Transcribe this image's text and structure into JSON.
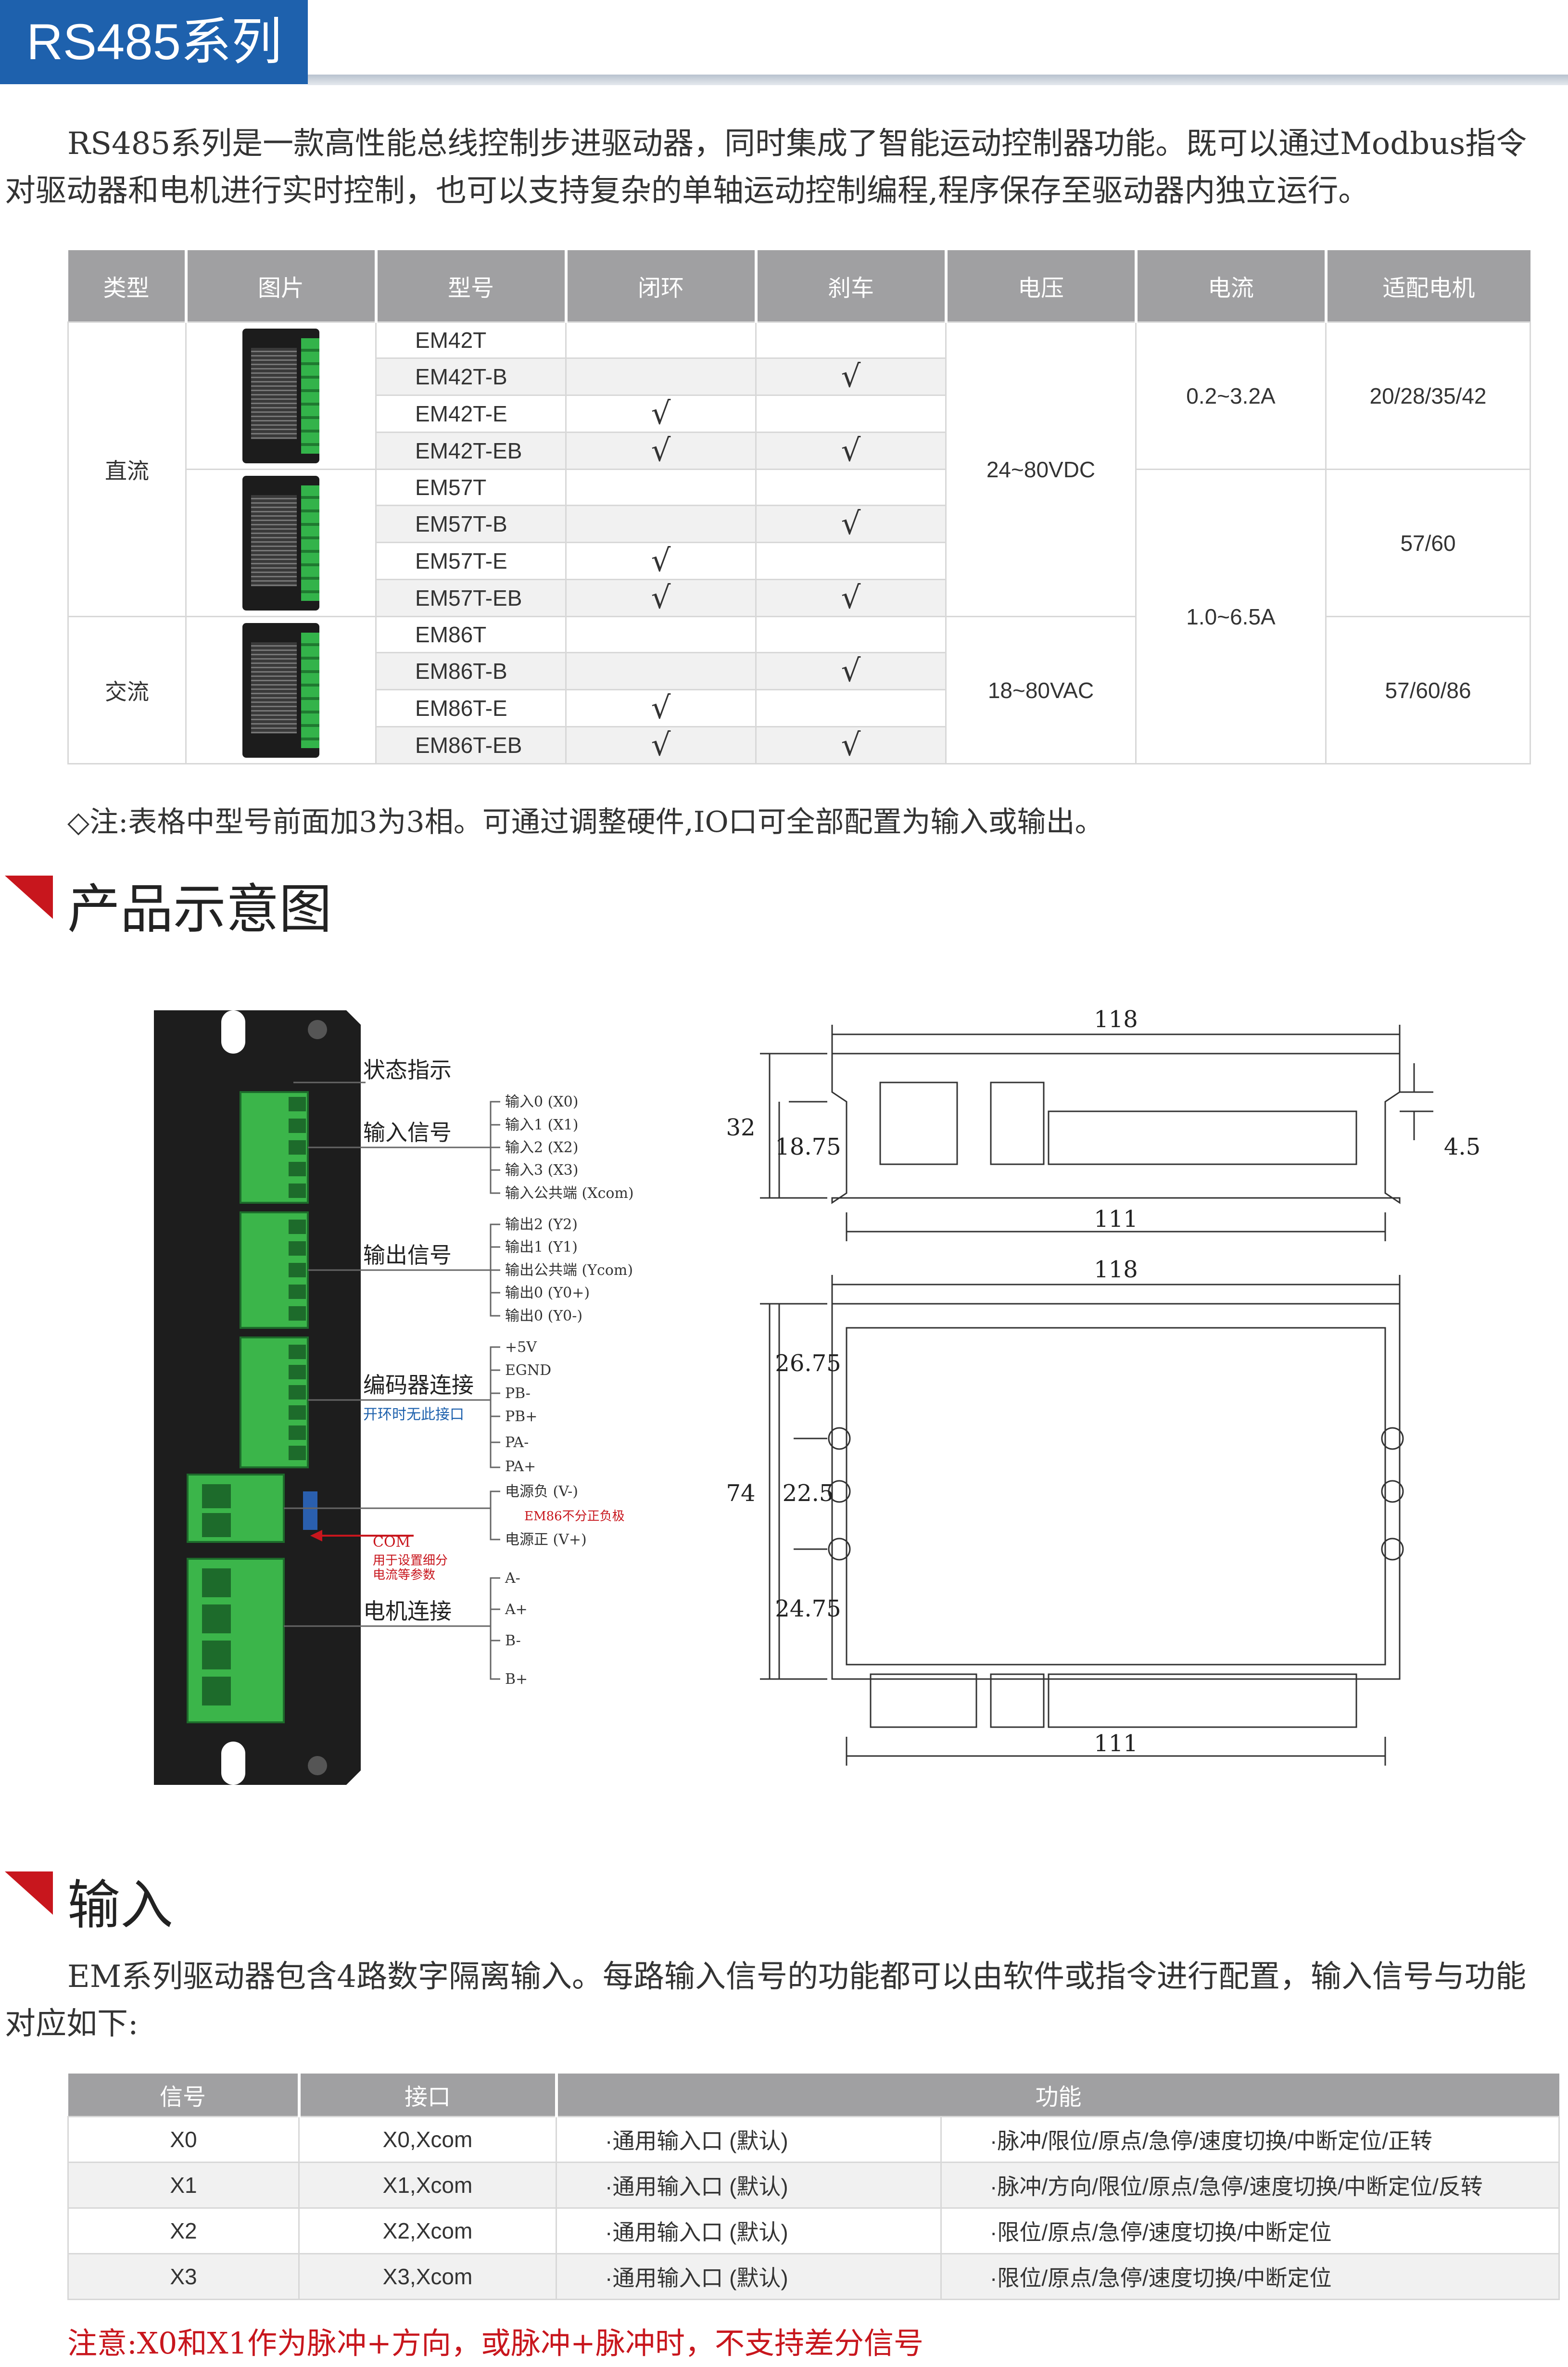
{
  "header": {
    "title": "RS485系列"
  },
  "intro": "RS485系列是一款高性能总线控制步进驱动器，同时集成了智能运动控制器功能。既可以通过Modbus指令对驱动器和电机进行实时控制，也可以支持复杂的单轴运动控制编程,程序保存至驱动器内独立运行。",
  "model_table": {
    "headers": [
      "类型",
      "图片",
      "型号",
      "闭环",
      "刹车",
      "电压",
      "电流",
      "适配电机"
    ],
    "types": [
      "直流",
      "交流"
    ],
    "models": [
      "EM42T",
      "EM42T-B",
      "EM42T-E",
      "EM42T-EB",
      "EM57T",
      "EM57T-B",
      "EM57T-E",
      "EM57T-EB",
      "EM86T",
      "EM86T-B",
      "EM86T-E",
      "EM86T-EB"
    ],
    "check": "√",
    "voltages": [
      "24~80VDC",
      "18~80VAC"
    ],
    "currents": [
      "0.2~3.2A",
      "1.0~6.5A"
    ],
    "motors": [
      "20/28/35/42",
      "57/60",
      "57/60/86"
    ]
  },
  "note": "◇注:表格中型号前面加3为3相。可通过调整硬件,IO口可全部配置为输入或输出。",
  "section_diagram": {
    "title": "产品示意图"
  },
  "diagram": {
    "groups": {
      "status": "状态指示",
      "input": "输入信号",
      "output": "输出信号",
      "encoder": "编码器连接",
      "encoder_note": "开环时无此接口",
      "com": "COM",
      "com_note1": "用于设置细分",
      "com_note2": "电流等参数",
      "motor": "电机连接"
    },
    "input_pins": [
      "输入0 (X0)",
      "输入1 (X1)",
      "输入2 (X2)",
      "输入3 (X3)",
      "输入公共端 (Xcom)"
    ],
    "output_pins": [
      "输出2 (Y2)",
      "输出1 (Y1)",
      "输出公共端 (Ycom)",
      "输出0 (Y0+)",
      "输出0 (Y0-)"
    ],
    "encoder_pins": [
      "+5V",
      "EGND",
      "PB-",
      "PB+",
      "PA-",
      "PA+"
    ],
    "power_pins": [
      "电源负 (V-)",
      "EM86不分正负极",
      "电源正 (V+)"
    ],
    "motor_pins": [
      "A-",
      "A+",
      "B-",
      "B+"
    ],
    "dims": {
      "top_w": "118",
      "top_inner": "111",
      "h_total": "32",
      "h_part": "18.75",
      "h_small": "4.5",
      "front_w": "118",
      "front_inner": "111",
      "d1": "26.75",
      "d2": "22.5",
      "d3": "24.75",
      "d_total": "74"
    }
  },
  "section_input": {
    "title": "输入"
  },
  "input_intro": "EM系列驱动器包含4路数字隔离输入。每路输入信号的功能都可以由软件或指令进行配置，输入信号与功能对应如下:",
  "input_table": {
    "headers": [
      "信号",
      "接口",
      "功能"
    ],
    "rows": [
      {
        "signal": "X0",
        "port": "X0,Xcom",
        "func1": "·通用输入口 (默认)",
        "func2": "·脉冲/限位/原点/急停/速度切换/中断定位/正转"
      },
      {
        "signal": "X1",
        "port": "X1,Xcom",
        "func1": "·通用输入口 (默认)",
        "func2": "·脉冲/方向/限位/原点/急停/速度切换/中断定位/反转"
      },
      {
        "signal": "X2",
        "port": "X2,Xcom",
        "func1": "·通用输入口 (默认)",
        "func2": "·限位/原点/急停/速度切换/中断定位"
      },
      {
        "signal": "X3",
        "port": "X3,Xcom",
        "func1": "·通用输入口 (默认)",
        "func2": "·限位/原点/急停/速度切换/中断定位"
      }
    ]
  },
  "footnote": "注意:X0和X1作为脉冲+方向，或脉冲+脉冲时，不支持差分信号",
  "colors": {
    "accent": "#1e61ad",
    "header_gray": "#a0a0a2",
    "triangle": "#c8161d",
    "warn": "#c8161d"
  }
}
